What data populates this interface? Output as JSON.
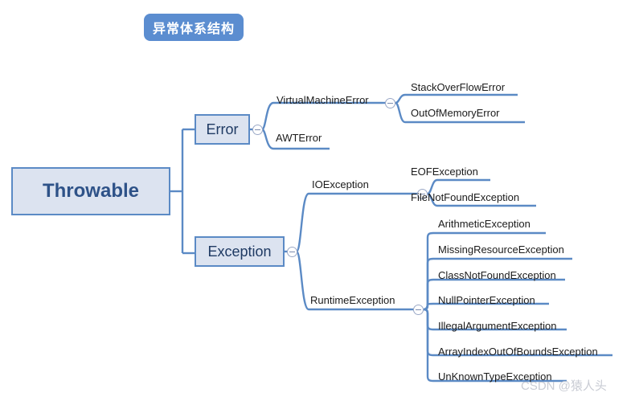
{
  "title": {
    "label": "异常体系结构"
  },
  "watermark": {
    "text": "CSDN @猿人头"
  },
  "colors": {
    "badge_bg": "#5b8dd0",
    "node_fill": "#dce3f0",
    "node_border": "#5b8ac5",
    "connector": "#5b8ac5",
    "root_text": "#2e5288",
    "leaf_text": "#1b1b1b",
    "watermark_text": "#c9ccd4"
  },
  "diagram": {
    "type": "mindmap",
    "root": {
      "label": "Throwable",
      "children": [
        {
          "label": "Error",
          "toggle": "collapse-toggle",
          "children": [
            {
              "label": "VirtualMachineError",
              "toggle": "collapse-toggle",
              "children": [
                {
                  "label": "StackOverFlowError"
                },
                {
                  "label": "OutOfMemoryError"
                }
              ]
            },
            {
              "label": "AWTError"
            }
          ]
        },
        {
          "label": "Exception",
          "toggle": "collapse-toggle",
          "children": [
            {
              "label": "IOException",
              "toggle": "collapse-toggle",
              "children": [
                {
                  "label": "EOFException"
                },
                {
                  "label": "FileNotFoundException"
                }
              ]
            },
            {
              "label": "RuntimeException",
              "toggle": "collapse-toggle",
              "children": [
                {
                  "label": "ArithmeticException"
                },
                {
                  "label": "MissingResourceException"
                },
                {
                  "label": "ClassNotFoundException"
                },
                {
                  "label": "NullPointerException"
                },
                {
                  "label": "IllegalArgumentException"
                },
                {
                  "label": "ArrayIndexOutOfBoundsException"
                },
                {
                  "label": "UnKnownTypeException"
                }
              ]
            }
          ]
        }
      ]
    }
  }
}
